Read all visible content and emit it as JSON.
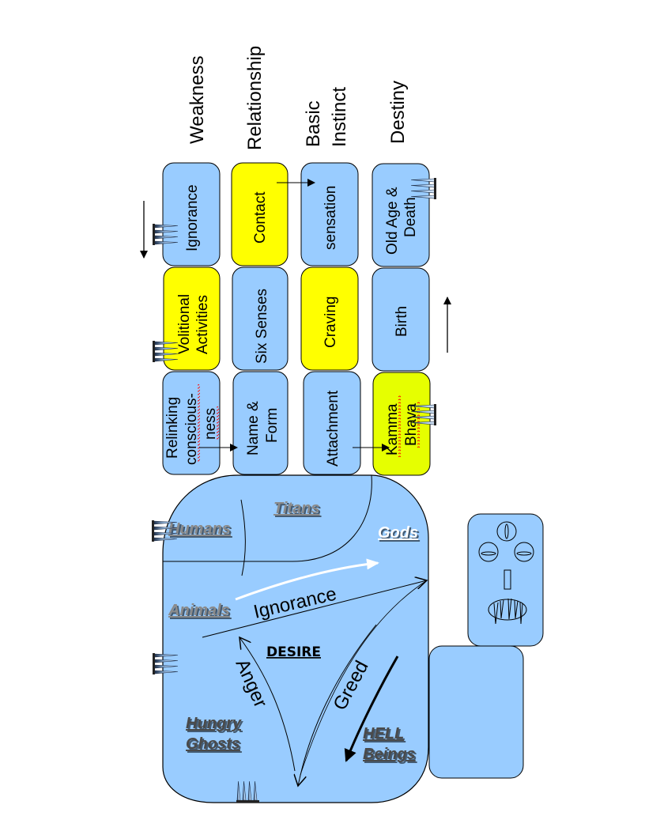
{
  "colors": {
    "blue_box": "#99ccff",
    "yellow_box": "#ffff00",
    "lime_box": "#e6ff00",
    "outline": "#000000",
    "spelling_underline": "#ff0000"
  },
  "headings": {
    "weakness": "Weakness",
    "relationship": "Relationship",
    "basic_instinct_line1": "Basic",
    "basic_instinct_line2": "Instinct",
    "destiny": "Destiny"
  },
  "links": {
    "weakness_column": {
      "ignorance": "Ignorance",
      "volitional_line1": "Volitional",
      "volitional_line2": "Activities",
      "relinking_line1": "Relinking",
      "relinking_line2": "conscious-",
      "relinking_line3": "ness"
    },
    "relationship_column": {
      "contact": "Contact",
      "six_senses": "Six Senses",
      "name_form_line1": "Name &",
      "name_form_line2": "Form"
    },
    "basic_instinct_column": {
      "sensation": "sensation",
      "craving": "Craving",
      "attachment": "Attachment"
    },
    "destiny_column": {
      "old_age_line1": "Old Age &",
      "old_age_line2": "Death",
      "birth": "Birth",
      "kamma_line1": "Kamma",
      "kamma_line2": "Bhava"
    }
  },
  "wheel": {
    "realms": {
      "titans": "Titans",
      "humans": "Humans",
      "gods": "Gods",
      "animals": "Animals",
      "hungry_line1": "Hungry",
      "hungry_line2": "Ghosts",
      "hell_line1": "HELL",
      "hell_line2": "Beings"
    },
    "center": "DESIRE",
    "poisons": {
      "ignorance": "Ignorance",
      "anger": "Anger",
      "greed": "Greed"
    }
  }
}
